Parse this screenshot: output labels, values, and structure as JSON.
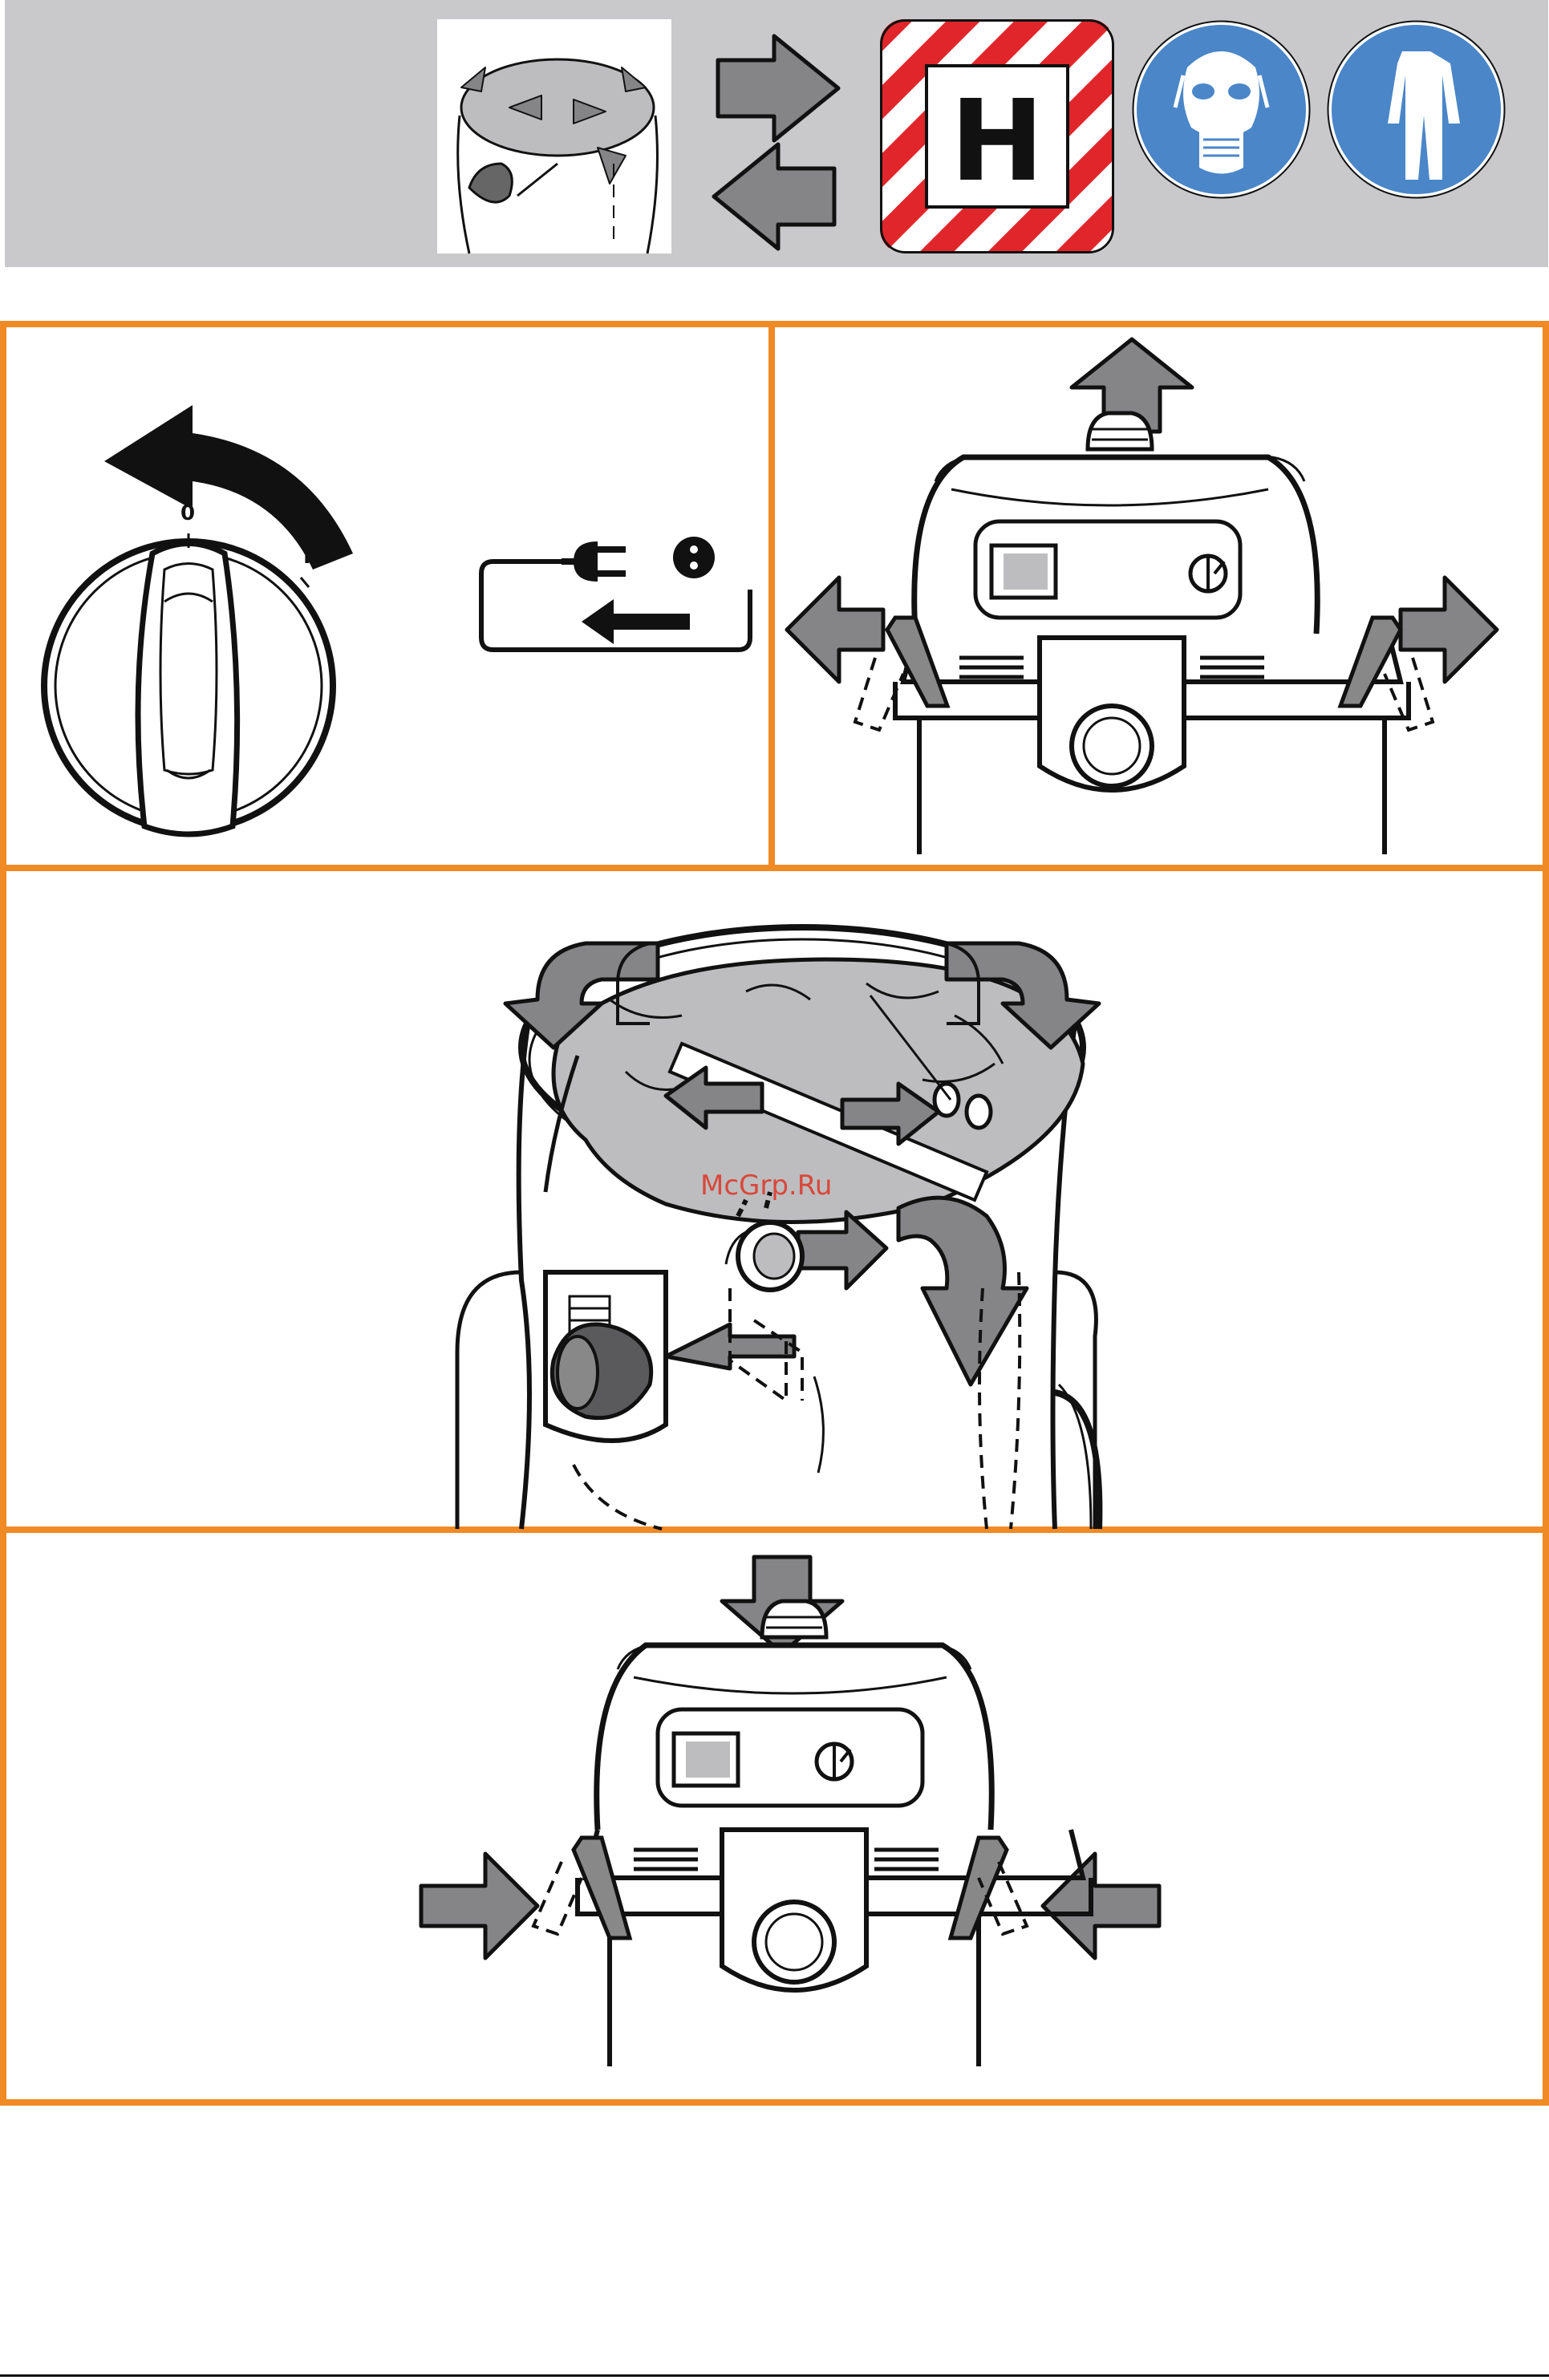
{
  "header": {
    "symbol_h_letter": "H",
    "icons": [
      "thumbnail-vacuum-icon",
      "swap-arrows-icon",
      "hazard-h-sign-icon",
      "respirator-mask-icon",
      "protective-suit-icon"
    ],
    "sign_colors": {
      "mandatory_blue": "#4a86c8",
      "hazard_red": "#e0262b",
      "band_gray": "#c9c9cb"
    }
  },
  "panel1": {
    "switch_label_off": "0",
    "switch_label_on": "I"
  },
  "watermark": {
    "text": "McGrp.Ru"
  },
  "colors": {
    "frame_orange": "#f08a24",
    "arrow_gray": "#858587"
  }
}
